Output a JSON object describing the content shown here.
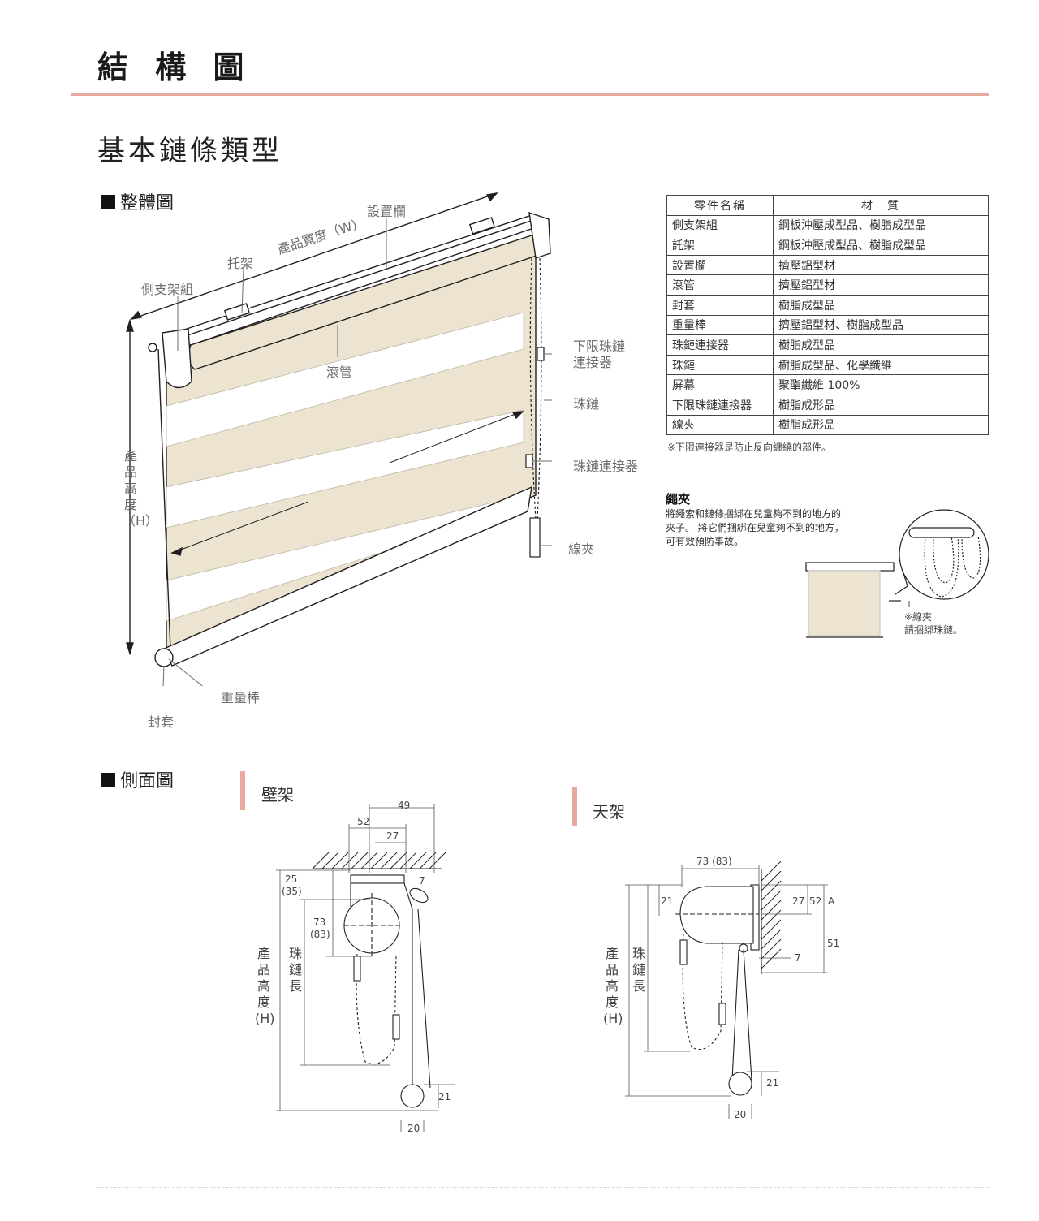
{
  "page_title": "結 構 圖",
  "section_title": "基本鏈條類型",
  "overall": {
    "heading": "整體圖",
    "labels": {
      "mount_rail": "設置欄",
      "bracket": "托架",
      "width": "產品寬度（W）",
      "side_bracket": "側支架組",
      "roller_tube": "滾管",
      "lower_limit_connector": "下限珠鏈\n連接器",
      "bead_chain": "珠鏈",
      "bead_chain_connector": "珠鏈連接器",
      "cord_clip": "線夾",
      "height": "產品高度（H）",
      "weight_bar": "重量棒",
      "end_cap": "封套"
    }
  },
  "parts_table": {
    "headers": [
      "零件名稱",
      "材　質"
    ],
    "rows": [
      [
        "側支架組",
        "鋼板沖壓成型品、樹脂成型品"
      ],
      [
        "託架",
        "鋼板沖壓成型品、樹脂成型品"
      ],
      [
        "設置欄",
        "擠壓鋁型材"
      ],
      [
        "滾管",
        "擠壓鋁型材"
      ],
      [
        "封套",
        "樹脂成型品"
      ],
      [
        "重量棒",
        "擠壓鋁型材、樹脂成型品"
      ],
      [
        "珠鏈連接器",
        "樹脂成型品"
      ],
      [
        "珠鏈",
        "樹脂成型品、化學纖維"
      ],
      [
        "屏幕",
        "聚酯纖維 100%"
      ],
      [
        "下限珠鏈連接器",
        "樹脂成形品"
      ],
      [
        "線夾",
        "樹脂成形品"
      ]
    ],
    "note": "※下限連接器是防止反向纏繞的部件。"
  },
  "rope_clip": {
    "title": "繩夾",
    "description": "將繩索和鏈條捆綁在兒童夠不到的地方的夾子。 將它們捆綁在兒童夠不到的地方，可有效預防事故。",
    "note_line1": "※線夾",
    "note_line2": "請捆綁珠鏈。"
  },
  "side_view": {
    "heading": "側面圖",
    "wall": {
      "label": "壁架",
      "dims": {
        "d49": "49",
        "d52": "52",
        "d27": "27",
        "d7": "7",
        "d25": "25",
        "d35": "(35)",
        "d73": "73",
        "d83": "(83)",
        "d21": "21",
        "d20": "20"
      },
      "height_label": "產品高度(H)",
      "chain_label": "珠鏈長"
    },
    "ceiling": {
      "label": "天架",
      "dims": {
        "d73": "73 (83)",
        "d21": "21",
        "d27": "27",
        "d52": "52",
        "A": "A",
        "d51": "51",
        "d7": "7",
        "d21b": "21",
        "d20": "20"
      },
      "height_label": "產品高度(H)",
      "chain_label": "珠鏈長"
    }
  },
  "colors": {
    "accent": "#e8aaa0",
    "fabric": "#ece4d1",
    "line": "#231f20"
  }
}
